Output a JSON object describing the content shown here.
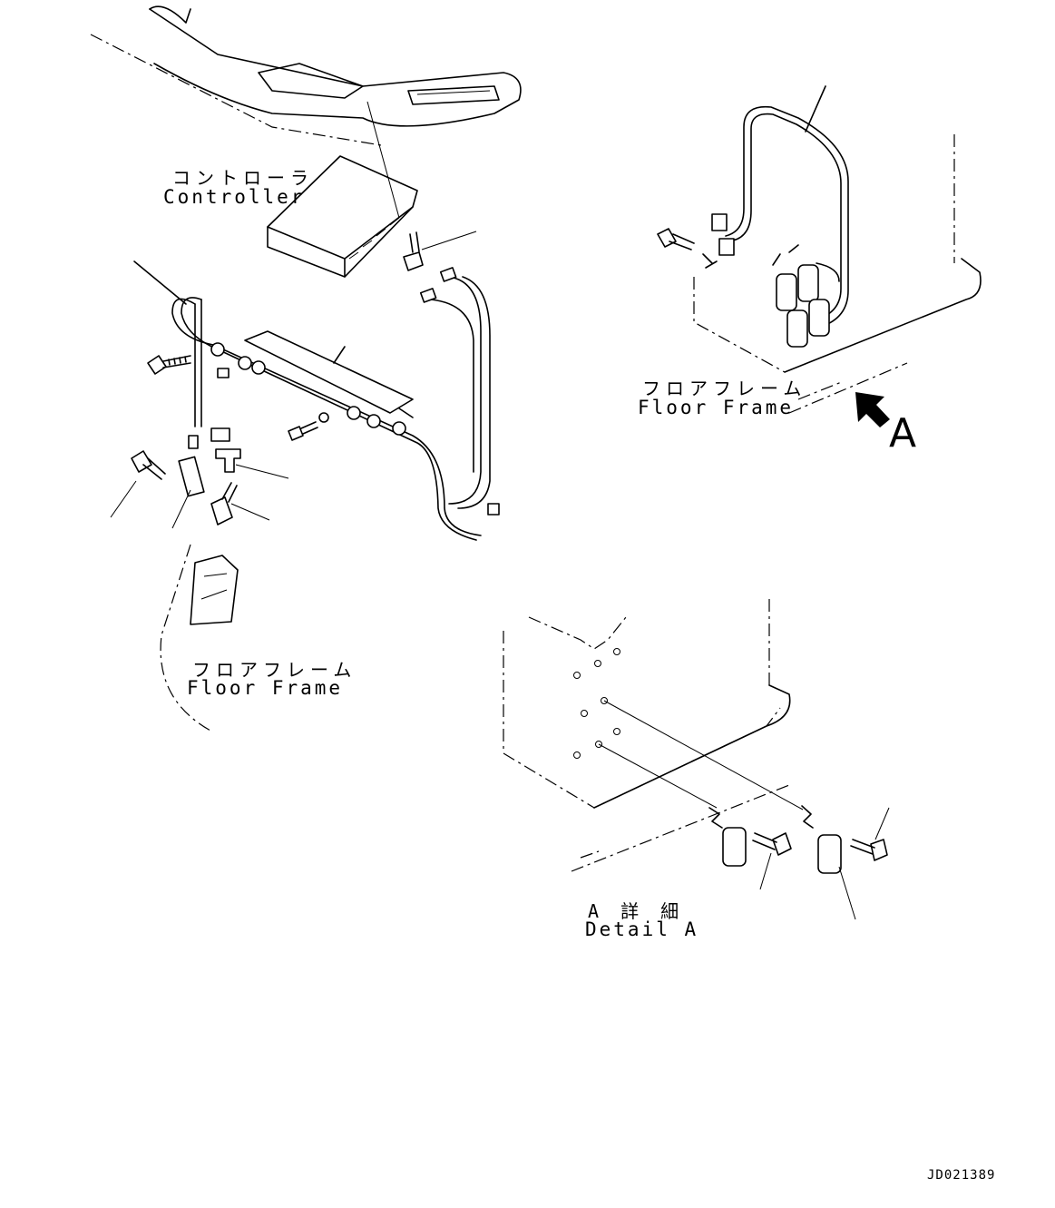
{
  "labels": {
    "controller_jp": "コントローラ",
    "controller_en": "Controller",
    "floor_frame_top_jp": "フロアフレーム",
    "floor_frame_top_en": "Floor Frame",
    "floor_frame_left_jp": "フロアフレーム",
    "floor_frame_left_en": "Floor Frame",
    "view_arrow": "A",
    "detail_jp": "A 詳 細",
    "detail_en": "Detail A",
    "drawing_number": "JD021389"
  }
}
